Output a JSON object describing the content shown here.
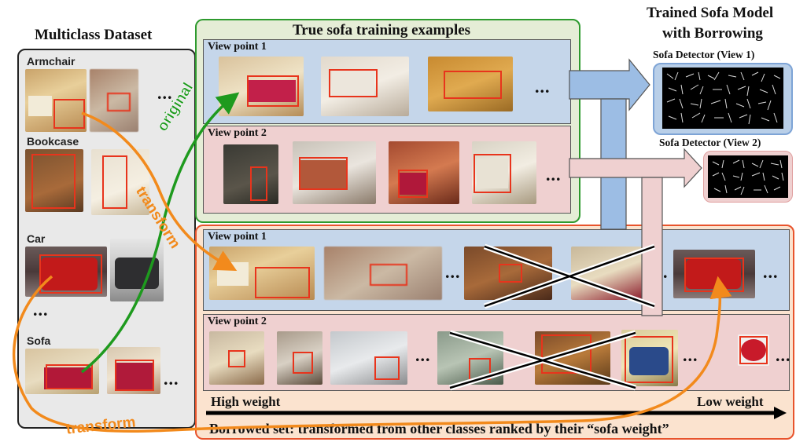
{
  "left_title": "Multiclass Dataset",
  "classes": [
    {
      "label": "Armchair"
    },
    {
      "label": "Bookcase"
    },
    {
      "label": "Car"
    },
    {
      "label": "Sofa"
    }
  ],
  "ellipsis": "...",
  "true_box": {
    "title": "True sofa training examples",
    "vp1": "View point 1",
    "vp2": "View point 2"
  },
  "right": {
    "title_line1": "Trained Sofa Model",
    "title_line2": "with Borrowing",
    "det1": "Sofa Detector (View 1)",
    "det2": "Sofa Detector (View 2)"
  },
  "borrowed": {
    "vp1": "View point 1",
    "vp2": "View point 2",
    "high": "High weight",
    "low": "Low weight",
    "caption": "Borrowed set: transformed from other classes ranked by their “sofa weight”"
  },
  "arrows": {
    "original": "original",
    "transform1": "transform",
    "transform2": "transform"
  },
  "colors": {
    "bbox": "#e8341c",
    "orange": "#f28a1c",
    "green": "#1e9a1e",
    "blue_panel": "#c5d6ea",
    "pink_panel": "#efd0d0",
    "green_box": "#e5edd6",
    "orange_box": "#fbe3cf"
  }
}
